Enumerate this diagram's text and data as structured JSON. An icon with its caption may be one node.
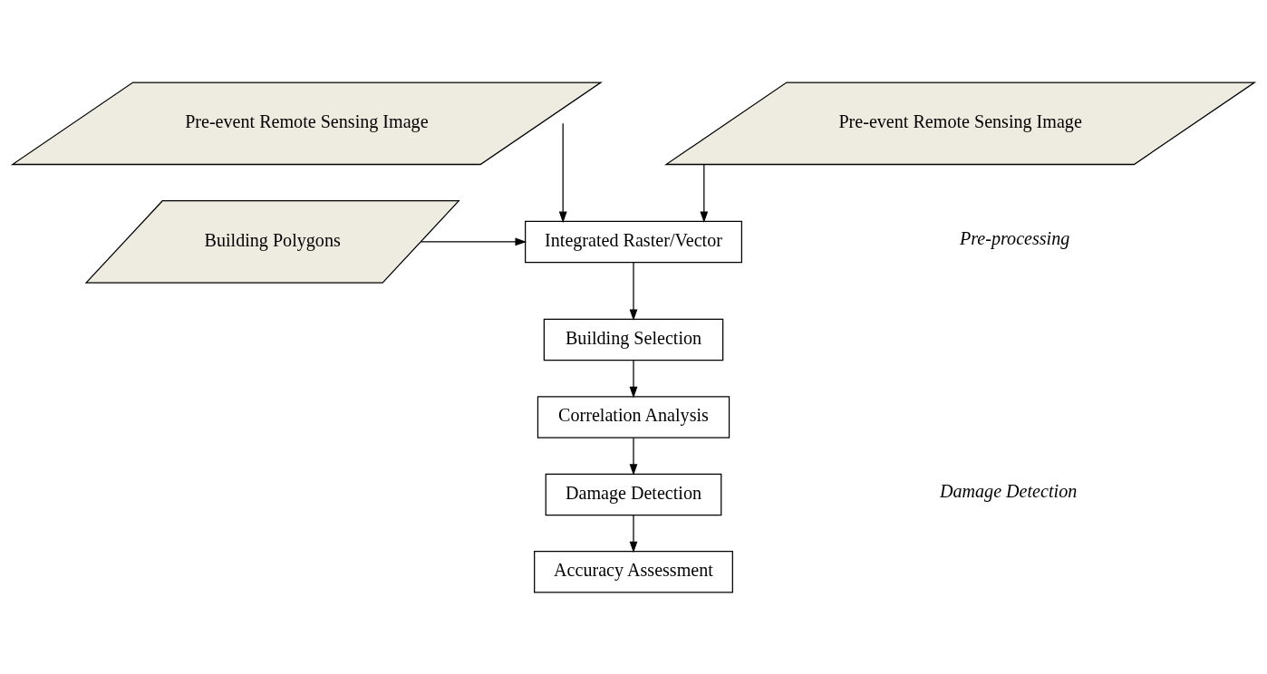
{
  "diagram": {
    "nodes": [
      {
        "text": [
          "Pre-event Remote Sensing Image"
        ]
      },
      {
        "text": [
          "Pre-event Remote Sensing Image"
        ]
      },
      {
        "text": [
          "Building Polygons"
        ]
      },
      {
        "text": [
          "Integrated Raster/Vector"
        ]
      },
      {
        "text": [
          "Building Selection"
        ]
      },
      {
        "text": [
          "Correlation Analysis"
        ]
      },
      {
        "text": [
          "Damage Detection"
        ]
      },
      {
        "text": [
          "Accuracy Assessment"
        ]
      }
    ],
    "edges": [
      {
        "from": 0,
        "to": 3,
        "arrow": "to"
      },
      {
        "from": 1,
        "to": 3,
        "arrow": "to"
      },
      {
        "from": 2,
        "to": 3,
        "arrow": "to"
      },
      {
        "from": 3,
        "to": 4,
        "arrow": "to"
      },
      {
        "from": 4,
        "to": 5,
        "arrow": "to"
      },
      {
        "from": 5,
        "to": 6,
        "arrow": "to"
      },
      {
        "from": 6,
        "to": 7,
        "arrow": "to"
      }
    ],
    "labels": [
      "Pre-processing",
      "Damage Detection"
    ]
  }
}
